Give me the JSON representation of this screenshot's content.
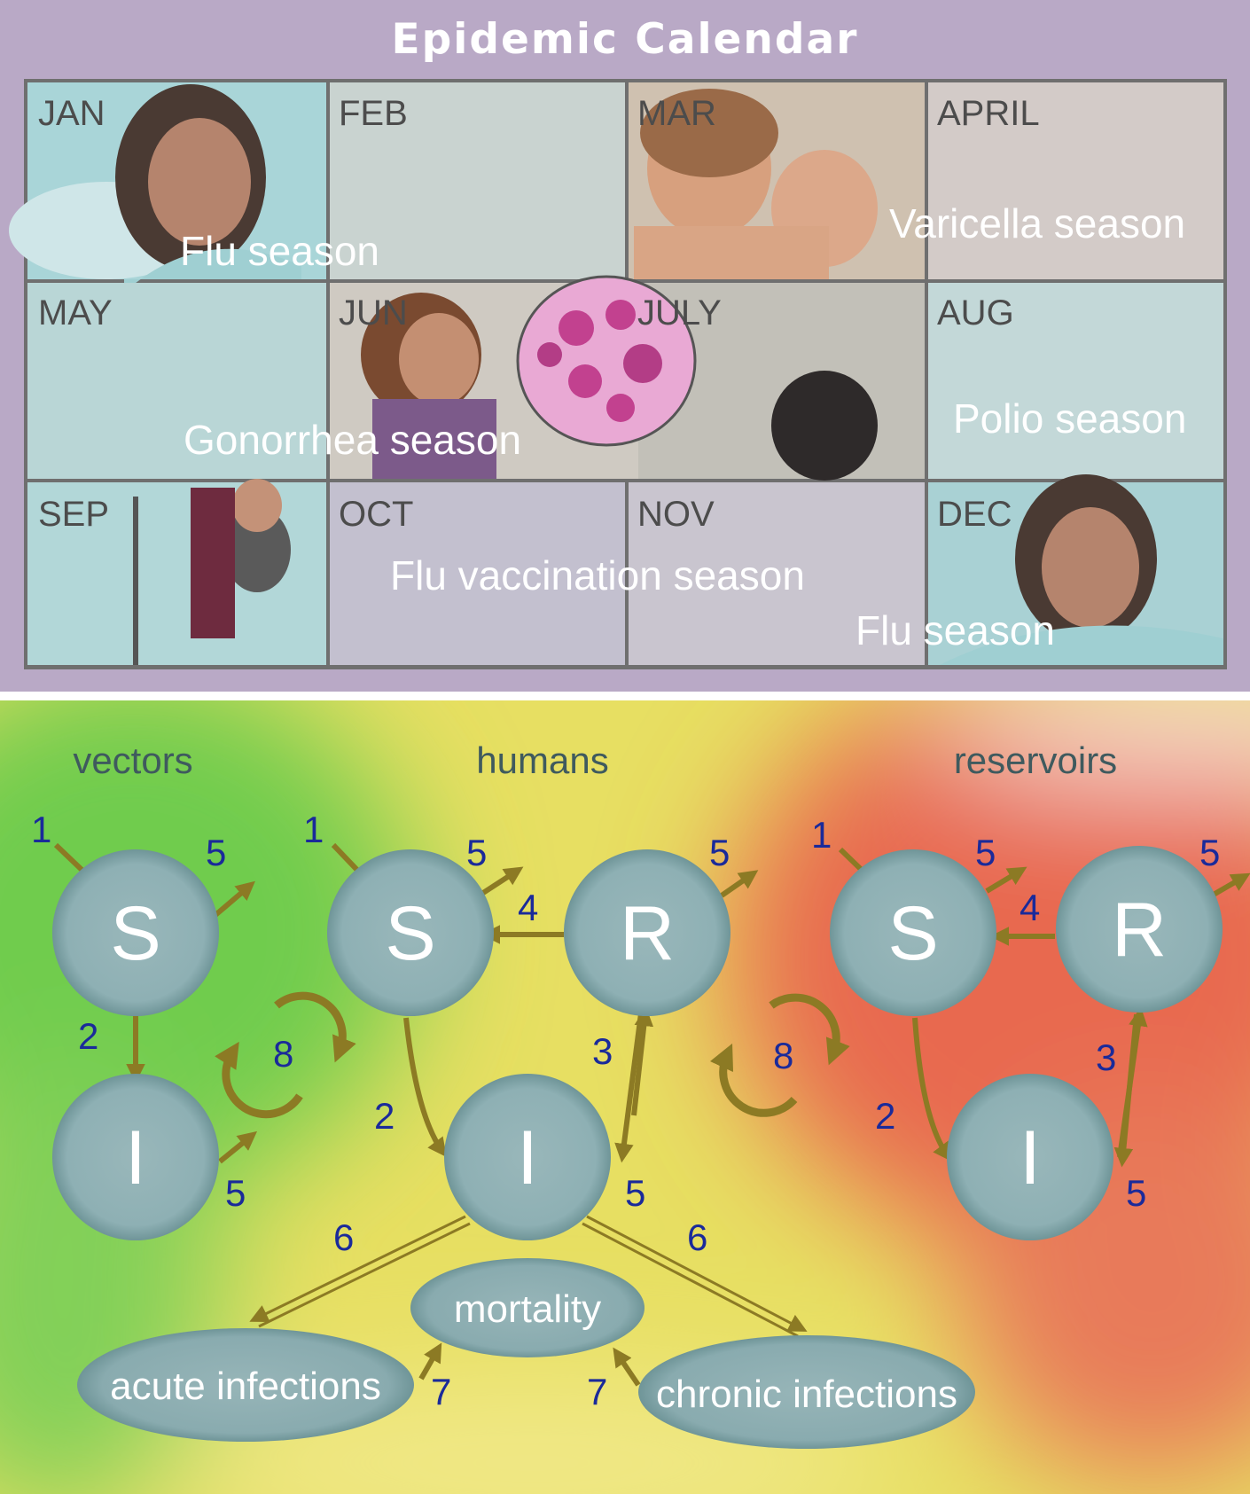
{
  "calendar": {
    "title": "Epidemic Calendar",
    "months": [
      "JAN",
      "FEB",
      "MAR",
      "APRIL",
      "MAY",
      "JUN",
      "JULY",
      "AUG",
      "SEP",
      "OCT",
      "NOV",
      "DEC"
    ],
    "seasons": {
      "flu": "Flu season",
      "varicella": "Varicella season",
      "gonorrhea": "Gonorrhea season",
      "polio": "Polio season",
      "flu_vaccination": "Flu vaccination season",
      "flu_dec": "Flu season"
    }
  },
  "model": {
    "regions": {
      "vectors": "vectors",
      "humans": "humans",
      "reservoirs": "reservoirs"
    },
    "nodes": {
      "v_s": "S",
      "v_i": "I",
      "h_s": "S",
      "h_r": "R",
      "h_i": "I",
      "r_s": "S",
      "r_r": "R",
      "r_i": "I"
    },
    "outcomes": {
      "mortality": "mortality",
      "acute": "acute infections",
      "chronic": "chronic infections"
    },
    "labels": {
      "v1": "1",
      "v5a": "5",
      "v2": "2",
      "v5b": "5",
      "v8": "8",
      "h1": "1",
      "h5a": "5",
      "h4": "4",
      "h5b": "5",
      "h2": "2",
      "h3": "3",
      "h5c": "5",
      "h6a": "6",
      "h6b": "6",
      "h7a": "7",
      "h7b": "7",
      "r8": "8",
      "r1": "1",
      "r5a": "5",
      "r4": "4",
      "r5b": "5",
      "r2": "2",
      "r3": "3",
      "r5c": "5"
    },
    "colors": {
      "vectors_bg": "#7fcf52",
      "humans_bg": "#e8e05a",
      "reservoirs_bg": "#e8735a",
      "node_fill": "#8eb0b4",
      "arrow": "#8c7a24",
      "number": "#1a2a9a",
      "calendar_frame": "#b9a9c6"
    }
  }
}
